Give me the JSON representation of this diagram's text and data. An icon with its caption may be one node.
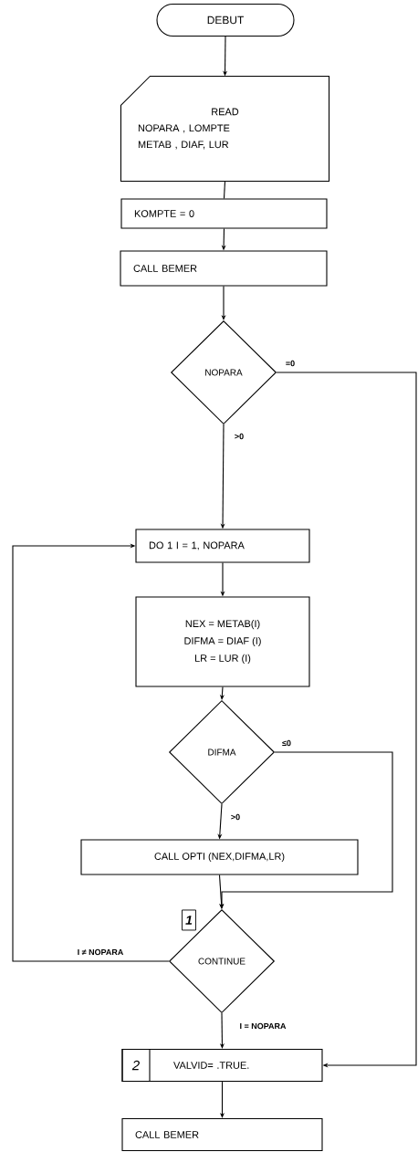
{
  "diagram": {
    "nodes": [
      {
        "text": [
          "DEBUT"
        ]
      },
      {
        "text": [
          "READ",
          "NOPARA , LOMPTE",
          "METAB , DIAF, LUR"
        ]
      },
      {
        "text": [
          "KOMPTE = 0"
        ]
      },
      {
        "text": [
          "CALL BEMER"
        ]
      },
      {
        "text": [
          "NOPARA"
        ]
      },
      {
        "text": [
          "DO 1 I = 1, NOPARA"
        ]
      },
      {
        "text": [
          "NEX = METAB(I)",
          "DIFMA = DIAF (I)",
          "LR = LUR (I)"
        ]
      },
      {
        "text": [
          "DIFMA"
        ]
      },
      {
        "text": [
          "CALL OPTI (NEX,DIFMA,LR)"
        ]
      },
      {
        "text": [
          "CONTINUE"
        ],
        "beside": [
          "1"
        ]
      },
      {
        "text": [
          "2",
          "VALVID= .TRUE."
        ]
      },
      {
        "text": [
          "CALL BEMER"
        ]
      }
    ],
    "edges": [
      {
        "from": 0,
        "to": 1,
        "arrow": "to"
      },
      {
        "from": 1,
        "to": 2,
        "arrow": "none"
      },
      {
        "from": 2,
        "to": 3,
        "arrow": "to"
      },
      {
        "from": 3,
        "to": 4,
        "arrow": "to"
      },
      {
        "from": 4,
        "to": 5,
        "arrow": "to",
        "label": ">0"
      },
      {
        "from": 4,
        "to": 10,
        "arrow": "to",
        "label": "=0"
      },
      {
        "from": 5,
        "to": 6,
        "arrow": "to"
      },
      {
        "from": 6,
        "to": 7,
        "arrow": "to"
      },
      {
        "from": 7,
        "to": 8,
        "arrow": "to",
        "label": ">0"
      },
      {
        "from": 7,
        "to": 9,
        "arrow": "to",
        "label": "≤0"
      },
      {
        "from": 8,
        "to": 9,
        "arrow": "to"
      },
      {
        "from": 9,
        "to": 5,
        "arrow": "to",
        "label": "I ≠ NOPARA"
      },
      {
        "from": 9,
        "to": 10,
        "arrow": "to",
        "label": "I = NOPARA"
      },
      {
        "from": 10,
        "to": 11,
        "arrow": "to"
      }
    ]
  }
}
